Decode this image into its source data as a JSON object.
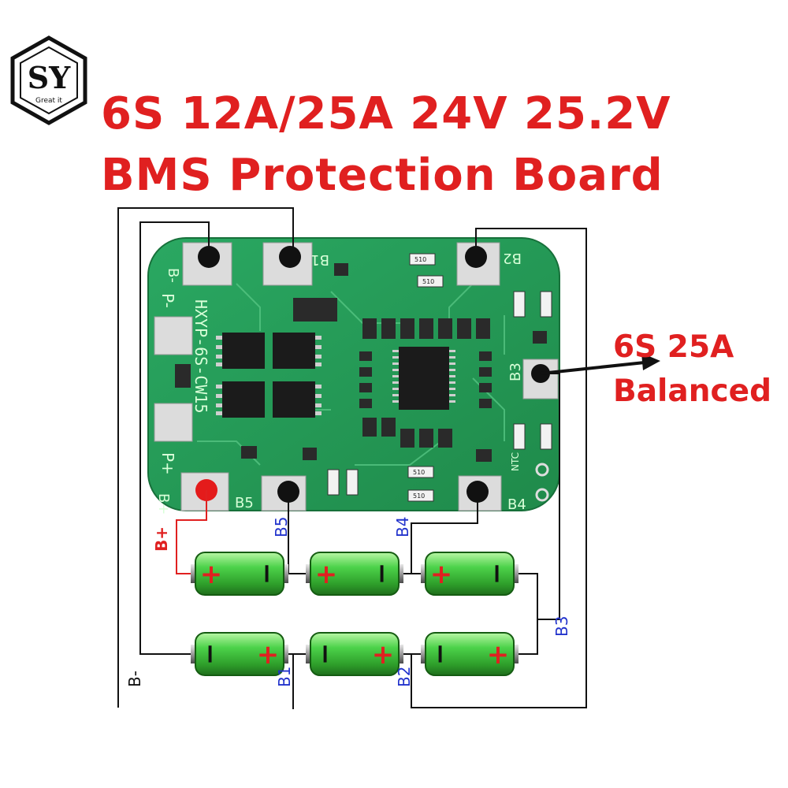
{
  "logo": {
    "letters": "SY",
    "tagline": "Great it"
  },
  "title": {
    "line1": "6S 12A/25A 24V 25.2V",
    "line2": "BMS Protection Board"
  },
  "callout": {
    "line1": "6S 25A",
    "line2": "Balanced"
  },
  "board": {
    "silk_model": "HXYP-6S-CW15",
    "pads": {
      "b_minus": "B-",
      "b1": "B1",
      "b2": "B2",
      "b3": "B3",
      "b4": "B4",
      "b5": "B5",
      "b_plus": "B+",
      "p_minus": "P-",
      "p_plus": "P+",
      "ntc": "NTC"
    },
    "resistor_code": "510"
  },
  "wire_labels": {
    "b_plus": "B+",
    "b5": "B5",
    "b4": "B4",
    "b3": "B3",
    "b2": "B2",
    "b1": "B1",
    "b_minus": "B-"
  },
  "cell_signs": {
    "plus": "+",
    "minus": "−"
  },
  "colors": {
    "title": "#e02020",
    "board": "#2ea05a",
    "cell": "#4cd24a",
    "label_blue": "#2233cc",
    "wire_red": "#e02020"
  }
}
